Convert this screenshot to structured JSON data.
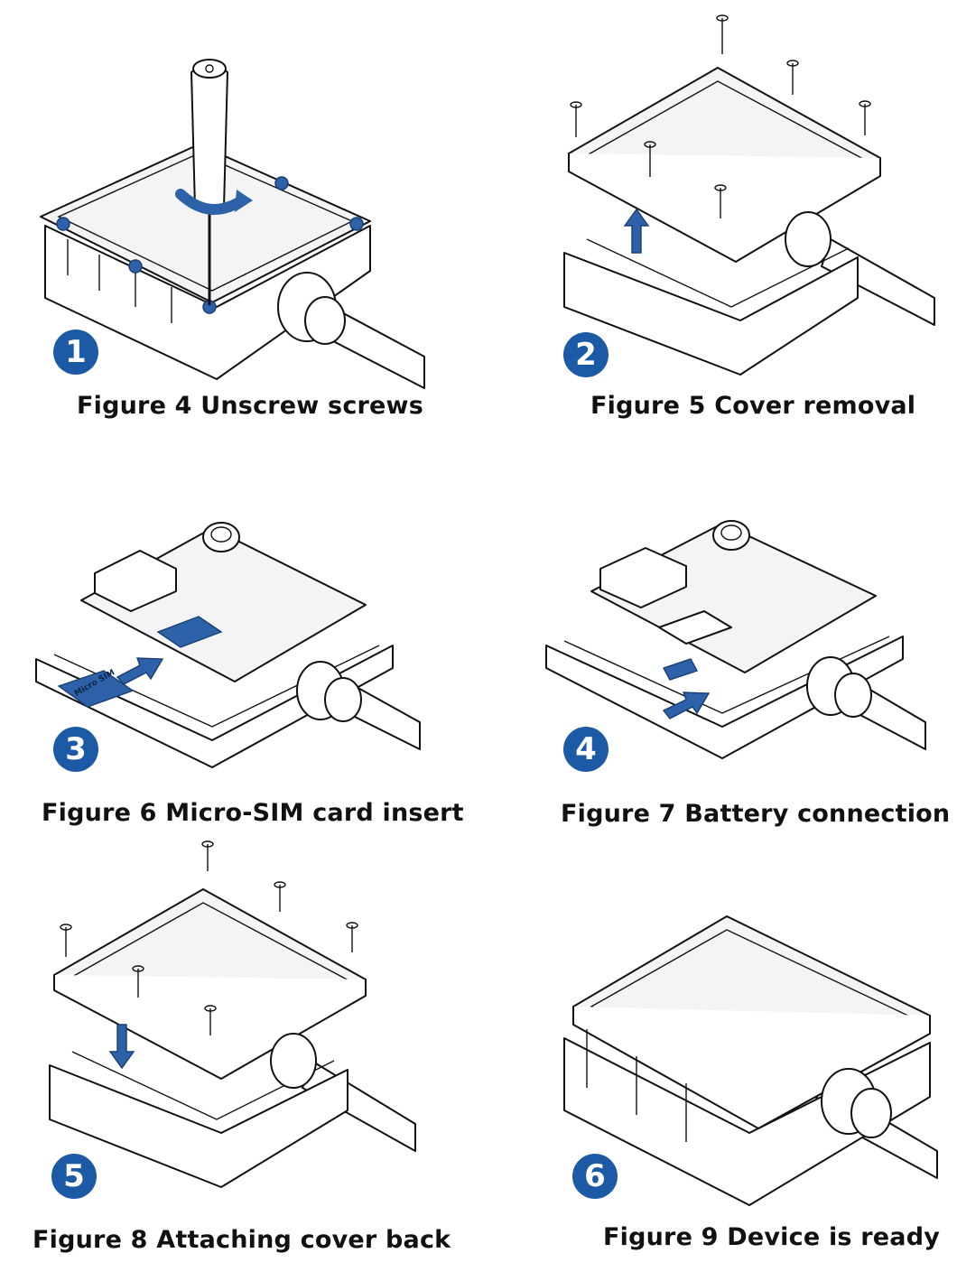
{
  "figures": [
    {
      "step": "1",
      "caption": "Figure 4 Unscrew screws"
    },
    {
      "step": "2",
      "caption": "Figure 5 Cover removal"
    },
    {
      "step": "3",
      "caption": "Figure 6 Micro-SIM card insert",
      "card_label": "Micro SIM"
    },
    {
      "step": "4",
      "caption": "Figure 7 Battery connection"
    },
    {
      "step": "5",
      "caption": "Figure 8 Attaching cover back"
    },
    {
      "step": "6",
      "caption": "Figure 9 Device is ready"
    }
  ],
  "colors": {
    "accent": "#1c5aa6",
    "line": "#111111",
    "fill": "#ffffff"
  }
}
